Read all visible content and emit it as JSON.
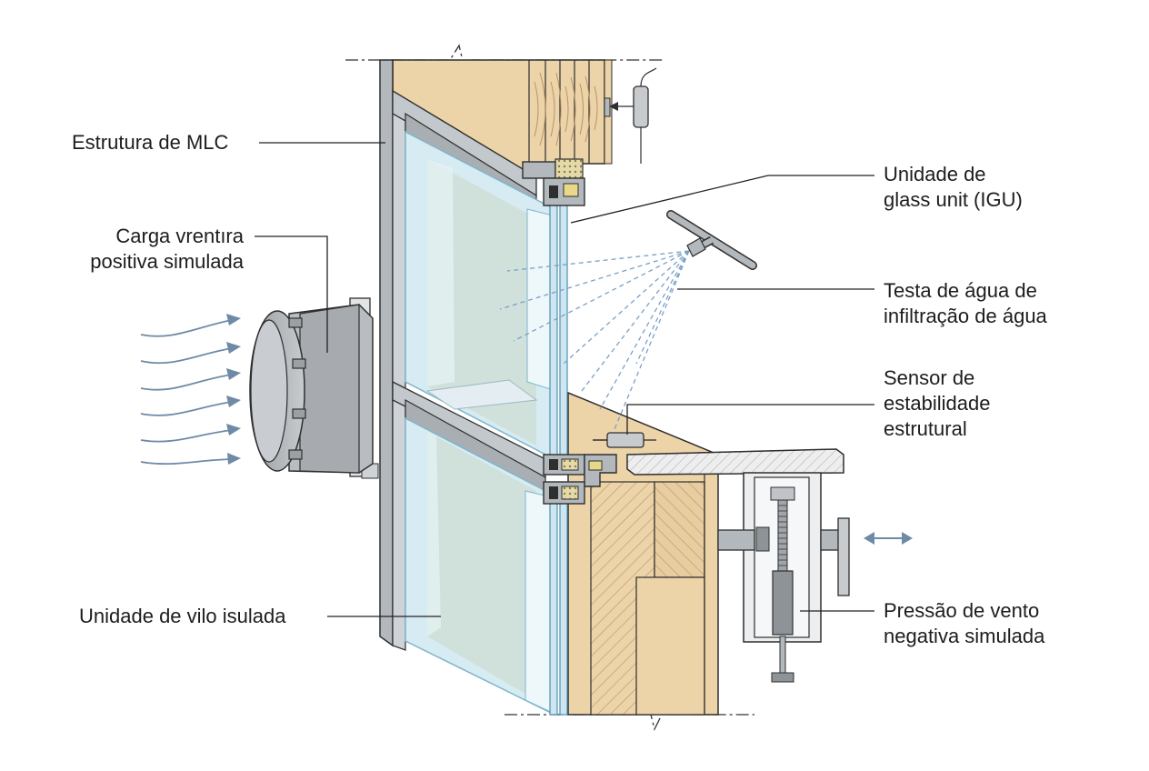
{
  "labels": {
    "glulam_frame": "Estrutura de MLC",
    "positive_load": [
      "Carga vrentıra",
      "positiva simulada"
    ],
    "insulated_unit": "Unidade de vilo isulada",
    "igu": [
      "Unidade de",
      "glass unit (IGU)"
    ],
    "water_test": [
      "Testa de água de",
      "infiltração de água"
    ],
    "stability_sensor": [
      "Sensor de",
      "estabilidade",
      "estrutural"
    ],
    "negative_pressure": [
      "Pressão de vento",
      "negativa simulada"
    ]
  },
  "colors": {
    "wood": "#ecd3a8",
    "wood_grain": "#b8956a",
    "aluminum": "#b3b8bd",
    "glass": "#d7ebf2",
    "glass_edge": "#7fb6cc",
    "air_arrow": "#6f8aa6",
    "spray": "#7aa0c8",
    "outline": "#2f2f2f",
    "leader": "#222222"
  },
  "icons": [
    "fan-unit-icon",
    "spray-nozzle-icon",
    "displacement-sensor-icon",
    "hydraulic-actuator-icon",
    "double-arrow-icon"
  ]
}
